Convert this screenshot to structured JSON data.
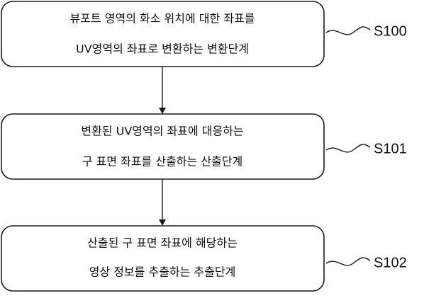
{
  "steps": [
    {
      "id": "S100",
      "line1": "뷰포트 영역의 화소 위치에 대한 좌표를",
      "line2": "UV영역의 좌표로 변환하는 변환단계"
    },
    {
      "id": "S101",
      "line1": "변환된 UV영역의 좌표에 대응하는",
      "line2": "구 표면 좌표를 산출하는 산출단계"
    },
    {
      "id": "S102",
      "line1": "산출된 구 표면 좌표에 해당하는",
      "line2": "영상 정보를 추출하는 추출단계"
    }
  ]
}
